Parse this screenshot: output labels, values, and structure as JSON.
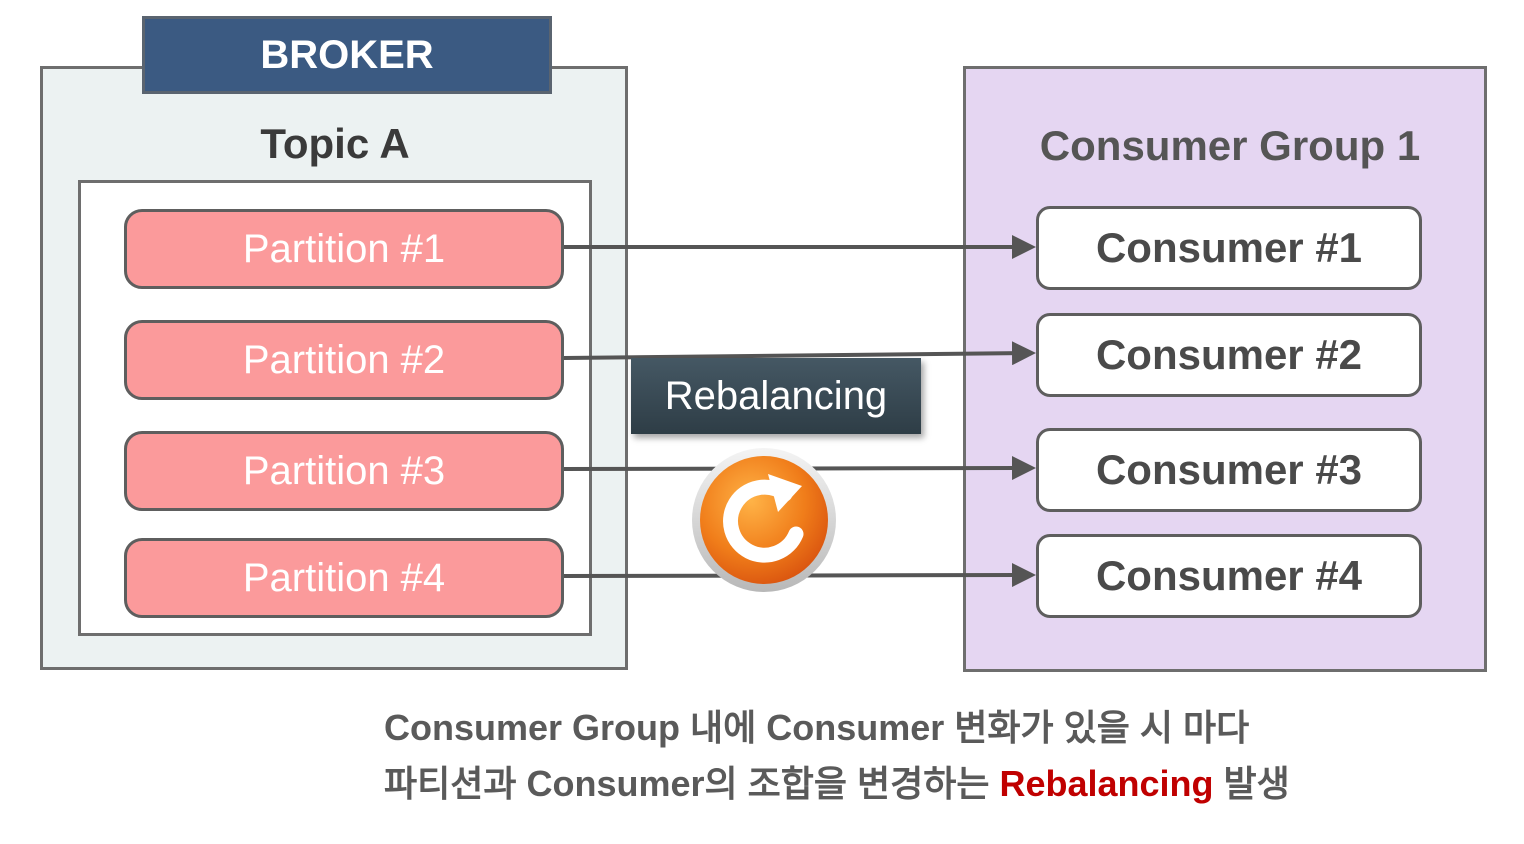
{
  "broker": {
    "label": "BROKER"
  },
  "topic": {
    "title": "Topic A"
  },
  "partitions": [
    {
      "label": "Partition #1"
    },
    {
      "label": "Partition #2"
    },
    {
      "label": "Partition #3"
    },
    {
      "label": "Partition #4"
    }
  ],
  "consumer_group": {
    "title": "Consumer Group 1"
  },
  "consumers": [
    {
      "label": "Consumer #1"
    },
    {
      "label": "Consumer #2"
    },
    {
      "label": "Consumer #3"
    },
    {
      "label": "Consumer #4"
    }
  ],
  "rebalancing": {
    "label": "Rebalancing",
    "icon": "refresh-icon"
  },
  "caption": {
    "line1": "Consumer Group 내에 Consumer 변화가 있을 시 마다",
    "line2_before": "파티션과 Consumer의 조합을 변경하는 ",
    "line2_highlight": "Rebalancing",
    "line2_after": " 발생"
  },
  "colors": {
    "broker_header": "#3b5a82",
    "broker_bg": "#ecf2f2",
    "partition": "#fb9a9b",
    "group_bg": "#e5d6f2",
    "highlight": "#c00000",
    "icon_orange": "#f07d1a"
  }
}
